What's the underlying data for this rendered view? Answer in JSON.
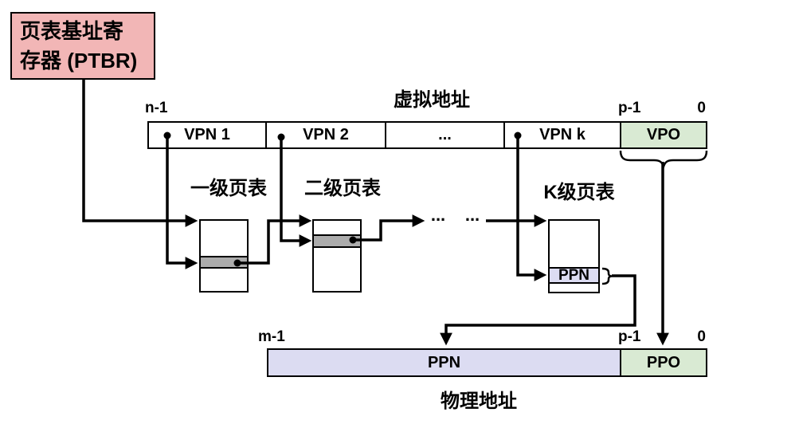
{
  "ptbr": {
    "lines": [
      "页表基址寄",
      "存器 (PTBR)"
    ]
  },
  "virtual_address": {
    "title": "虚拟地址",
    "bits": {
      "high": "n-1",
      "p_minus_1": "p-1",
      "zero": "0"
    },
    "segments": [
      {
        "label": "VPN 1"
      },
      {
        "label": "VPN 2"
      },
      {
        "label": "..."
      },
      {
        "label": "VPN k"
      },
      {
        "label": "VPO"
      }
    ]
  },
  "page_tables": {
    "level1_title": "一级页表",
    "level2_title": "二级页表",
    "levelk_title": "K级页表",
    "levelk_entry": "PPN",
    "ellipsis1": "...",
    "ellipsis2": "..."
  },
  "physical_address": {
    "title": "物理地址",
    "bits": {
      "high": "m-1",
      "p_minus_1": "p-1",
      "zero": "0"
    },
    "segments": [
      {
        "label": "PPN"
      },
      {
        "label": "PPO"
      }
    ]
  },
  "colors": {
    "ptbr_fill": "#F2B6B6",
    "offset_green": "#D9EAD3",
    "ppn_lavender": "#DCDCF2",
    "entry_gray": "#ACACAC",
    "line_black": "#000000"
  }
}
